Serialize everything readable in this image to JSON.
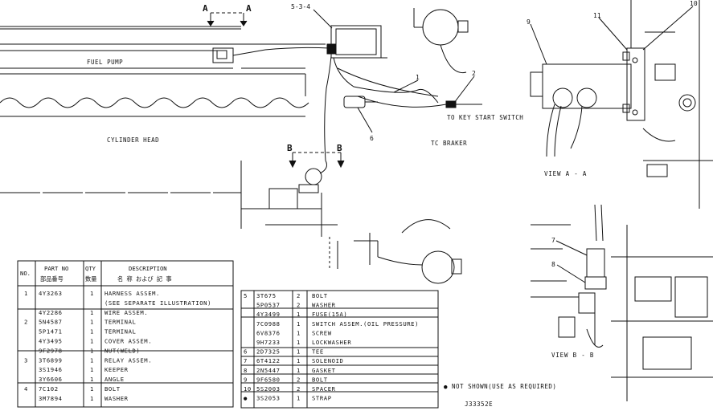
{
  "diagram": {
    "labels": {
      "fuel_pump": "FUEL PUMP",
      "cylinder_head": "CYLINDER HEAD",
      "to_key_start_switch": "TO KEY START SWITCH",
      "to_braker": "TC BRAKER",
      "view_a": "VIEW A - A",
      "view_b": "VIEW B - B",
      "section_a_left": "A",
      "section_a_right": "A",
      "section_b_left": "B",
      "section_b_right": "B",
      "drawing_number": "J33352E",
      "not_shown_note": "● NOT SHOWN(USE AS REQUIRED)"
    },
    "callouts": {
      "c534": "5-3-4",
      "c1": "1",
      "c2": "2",
      "c6": "6",
      "c7": "7",
      "c8": "8",
      "c9": "9",
      "c10": "10",
      "c11": "11"
    }
  },
  "parts_table": {
    "headers": {
      "no": "NO.",
      "part_no": "PART NO",
      "part_no_jp": "部品番号",
      "qty": "QTY",
      "qty_jp": "数量",
      "description": "DESCRIPTION",
      "description_jp": "名 称 および 記 事"
    },
    "rows": [
      {
        "no": "1",
        "part": "4Y3263",
        "qty": "1",
        "desc": "HARNESS ASSEM."
      },
      {
        "no": "",
        "part": "",
        "qty": "",
        "desc": "(SEE SEPARATE ILLUSTRATION)"
      },
      {
        "no": "",
        "part": "4Y2286",
        "qty": "1",
        "desc": "WIRE ASSEM."
      },
      {
        "no": "2",
        "part": "5N4587",
        "qty": "1",
        "desc": "TERMINAL"
      },
      {
        "no": "",
        "part": "5P1471",
        "qty": "1",
        "desc": "TERMINAL"
      },
      {
        "no": "",
        "part": "4Y3495",
        "qty": "1",
        "desc": "COVER ASSEM."
      },
      {
        "no": "",
        "part": "9F2978",
        "qty": "1",
        "desc": "NUT(WELD)"
      },
      {
        "no": "3",
        "part": "3T6899",
        "qty": "1",
        "desc": "RELAY ASSEM."
      },
      {
        "no": "",
        "part": "3S1946",
        "qty": "1",
        "desc": "KEEPER"
      },
      {
        "no": "",
        "part": "3Y6606",
        "qty": "1",
        "desc": "ANGLE"
      },
      {
        "no": "4",
        "part": "7C102",
        "qty": "1",
        "desc": "BOLT"
      },
      {
        "no": "",
        "part": "3M7894",
        "qty": "1",
        "desc": "WASHER"
      }
    ],
    "rows_right": [
      {
        "no": "5",
        "part": "3T675",
        "qty": "2",
        "desc": "BOLT"
      },
      {
        "no": "",
        "part": "5P0537",
        "qty": "2",
        "desc": "WASHER"
      },
      {
        "no": "",
        "part": "4Y3499",
        "qty": "1",
        "desc": "FUSE(15A)"
      },
      {
        "no": "",
        "part": "7C0988",
        "qty": "1",
        "desc": "SWITCH ASSEM.(OIL PRESSURE)"
      },
      {
        "no": "",
        "part": "6V8376",
        "qty": "1",
        "desc": "SCREW"
      },
      {
        "no": "",
        "part": "9H7233",
        "qty": "1",
        "desc": "LOCKWASHER"
      },
      {
        "no": "6",
        "part": "2D7325",
        "qty": "1",
        "desc": "TEE"
      },
      {
        "no": "7",
        "part": "6T4122",
        "qty": "1",
        "desc": "SOLENOID"
      },
      {
        "no": "8",
        "part": "2N5447",
        "qty": "1",
        "desc": "GASKET"
      },
      {
        "no": "9",
        "part": "9F6580",
        "qty": "2",
        "desc": "BOLT"
      },
      {
        "no": "10",
        "part": "5S2003",
        "qty": "2",
        "desc": "SPACER"
      },
      {
        "no": "●",
        "part": "3S2053",
        "qty": "1",
        "desc": "STRAP"
      }
    ]
  }
}
